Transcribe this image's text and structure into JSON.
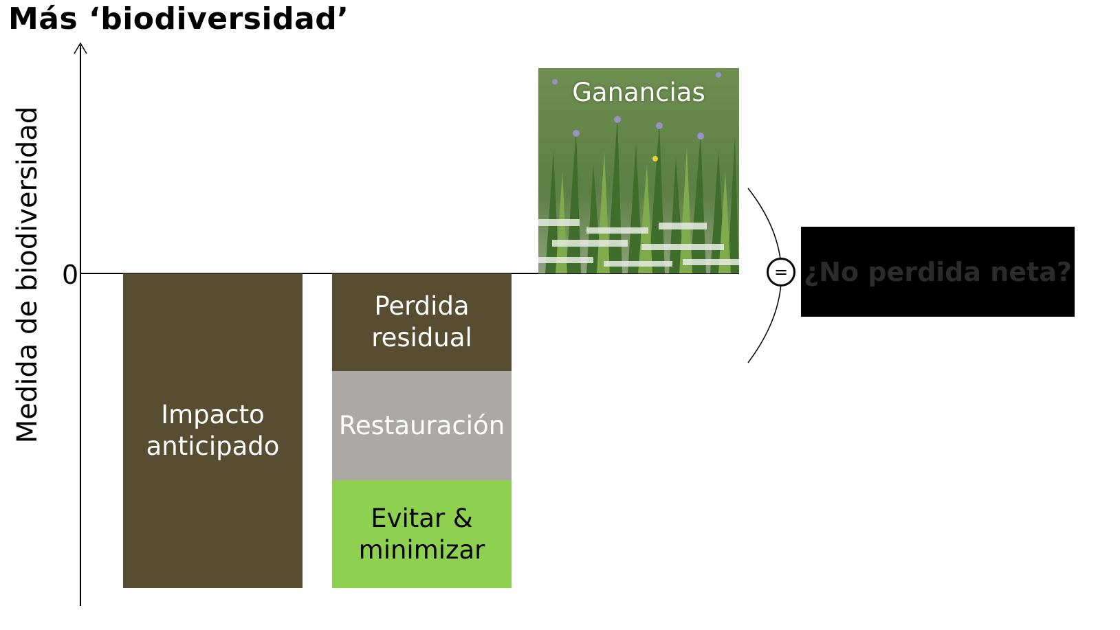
{
  "title": "Más ‘biodiversidad’",
  "y_axis": {
    "label": "Medida de biodiversidad",
    "zero_label": "0"
  },
  "bars": {
    "impact": "Impacto\nanticipado",
    "residual_loss": "Perdida\nresidual",
    "restoration": "Restauración",
    "avoid_minimize": "Evitar &\nminimizar",
    "gains": "Ganancias"
  },
  "equals_symbol": "=",
  "result_label": "¿No perdida neta?",
  "colors": {
    "impact": "#574e32",
    "residual_loss": "#574e32",
    "restoration": "#aba8a5",
    "avoid_minimize": "#8ed150",
    "result_box": "#000000"
  },
  "gains_image_description": "wetland-vegetation-photo"
}
